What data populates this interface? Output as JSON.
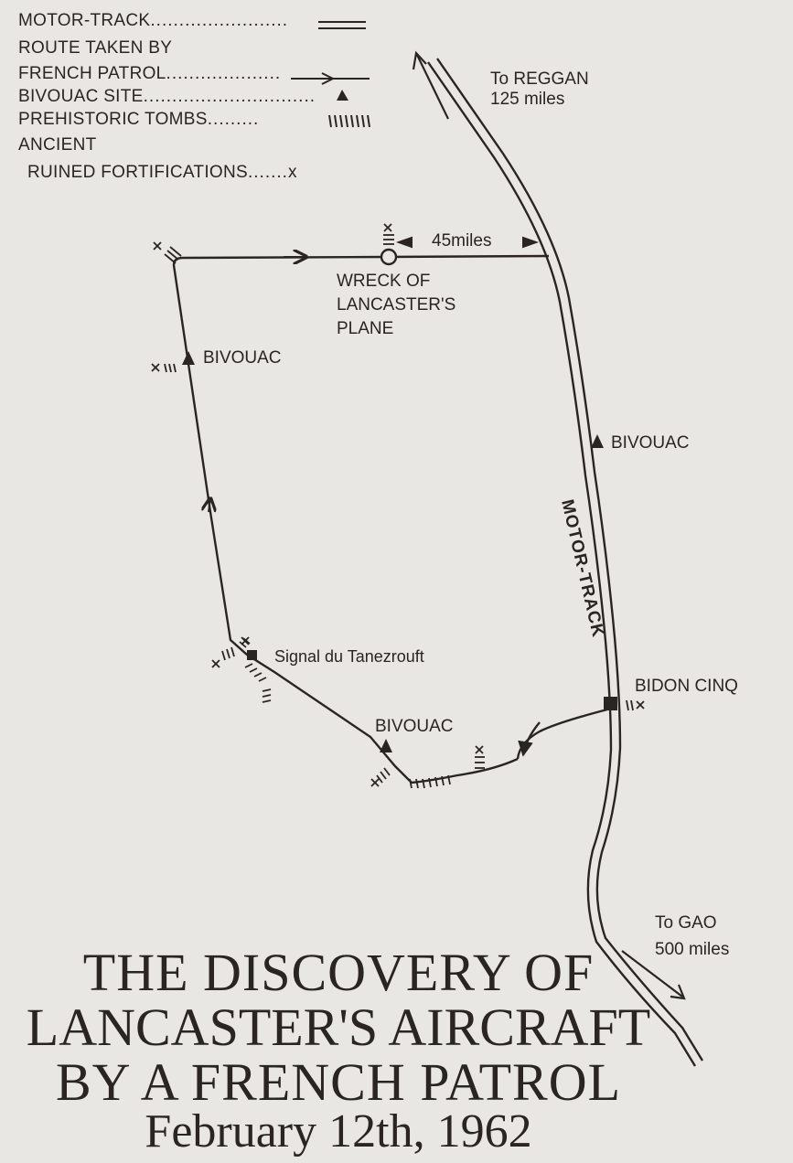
{
  "legend": {
    "items": [
      {
        "label": "MOTOR-TRACK",
        "dots": "........................",
        "symbol": "double-line"
      },
      {
        "label": "ROUTE TAKEN BY",
        "dots": "",
        "symbol": ""
      },
      {
        "label": "FRENCH PATROL",
        "dots": "....................",
        "symbol": "arrow-line"
      },
      {
        "label": "BIVOUAC SITE",
        "dots": "..............................",
        "symbol": "triangle"
      },
      {
        "label": "PREHISTORIC TOMBS",
        "dots": ".........",
        "symbol": "tomb-hatch"
      },
      {
        "label": "ANCIENT",
        "dots": "",
        "symbol": ""
      },
      {
        "label": "RUINED FORTIFICATIONS",
        "dots": ".......x",
        "symbol": ""
      }
    ]
  },
  "map": {
    "to_reggan": {
      "line1": "To REGGAN",
      "line2": "125 miles"
    },
    "to_gao": {
      "line1": "To GAO",
      "line2": "500 miles"
    },
    "distance": "45miles",
    "wreck": {
      "line1": "WRECK OF",
      "line2": "LANCASTER'S",
      "line3": "PLANE"
    },
    "bivouac_west": "BIVOUAC",
    "bivouac_track": "BIVOUAC",
    "bivouac_south": "BIVOUAC",
    "motor_track_label": "MOTOR-TRACK",
    "signal": "Signal du Tanezrouft",
    "bidon": "BIDON CINQ"
  },
  "title": {
    "line1": "THE DISCOVERY OF",
    "line2": "LANCASTER'S AIRCRAFT",
    "line3": "BY A FRENCH PATROL",
    "date": "February 12th, 1962"
  },
  "colors": {
    "ink": "#2a2522",
    "paper": "#e9e7e4"
  }
}
